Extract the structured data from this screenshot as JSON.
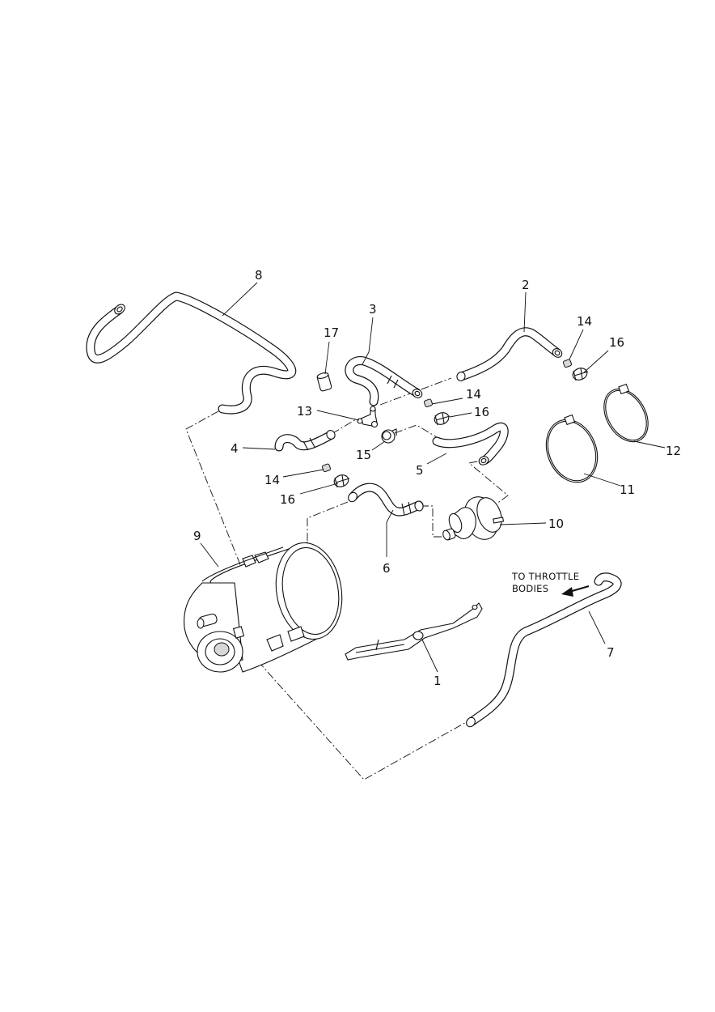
{
  "callouts": {
    "c1": "1",
    "c2": "2",
    "c3": "3",
    "c4": "4",
    "c5": "5",
    "c6": "6",
    "c7": "7",
    "c8": "8",
    "c9": "9",
    "c10": "10",
    "c11": "11",
    "c12": "12",
    "c13": "13",
    "c14a": "14",
    "c14b": "14",
    "c14c": "14",
    "c15": "15",
    "c16a": "16",
    "c16b": "16",
    "c16c": "16",
    "c17": "17"
  },
  "note": {
    "line1": "TO THROTTLE",
    "line2": "BODIES"
  }
}
